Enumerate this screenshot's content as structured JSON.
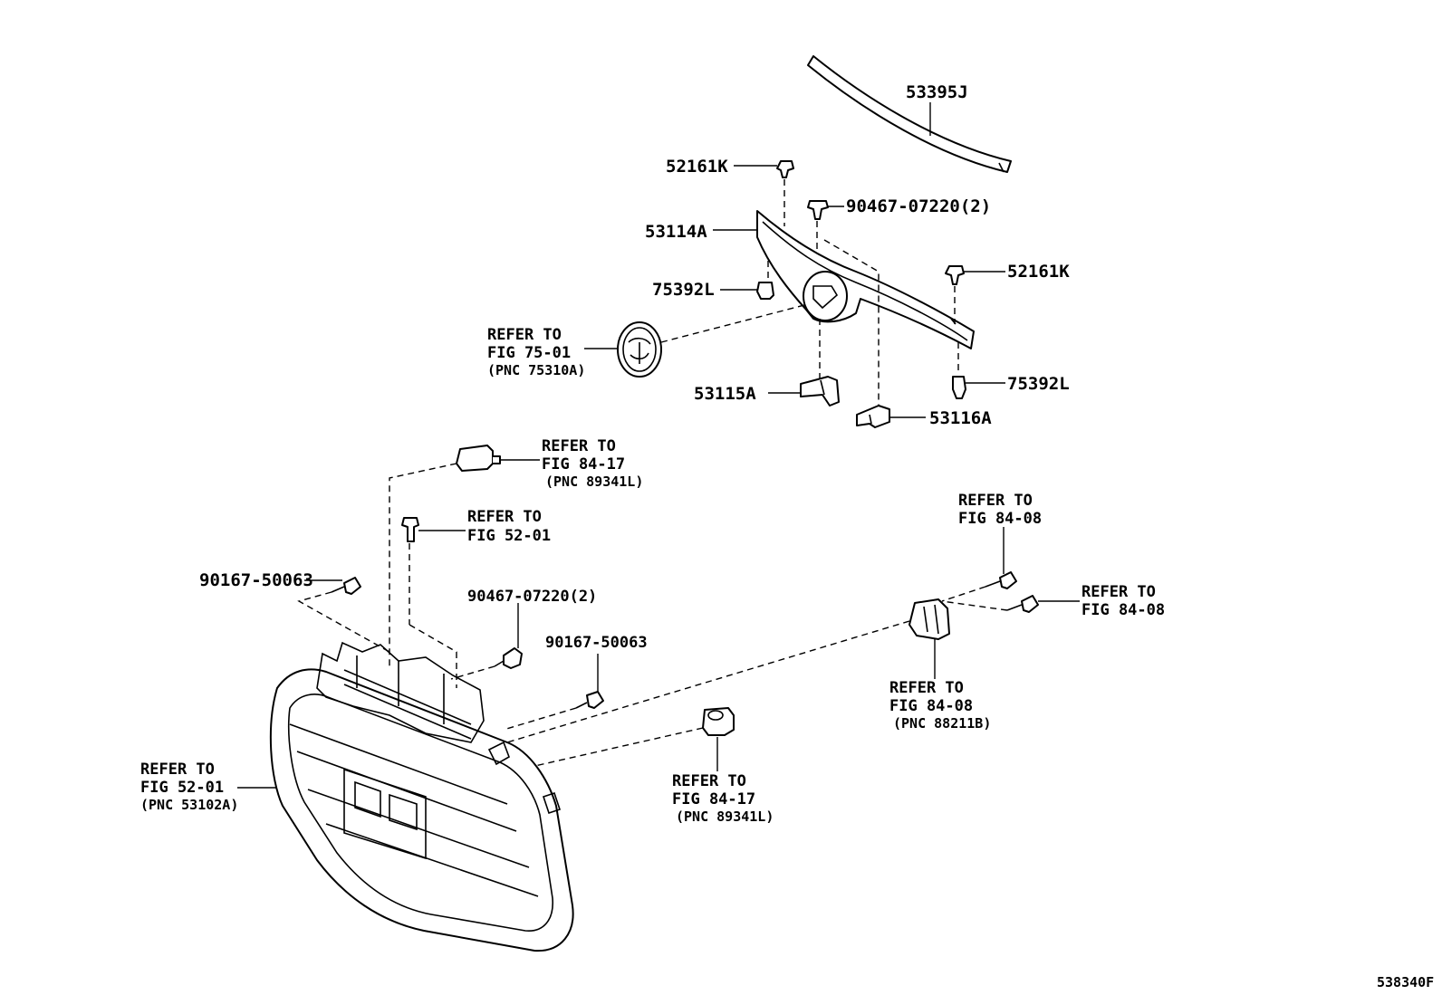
{
  "labels": {
    "p_53395J": "53395J",
    "p_52161K_top": "52161K",
    "p_90467_top": "90467-07220(2)",
    "p_53114A": "53114A",
    "p_52161K_right": "52161K",
    "p_75392L_left": "75392L",
    "p_75392L_right": "75392L",
    "p_53115A": "53115A",
    "p_53116A": "53116A",
    "p_90167_left": "90167-50063",
    "p_90467_mid": "90467-07220(2)",
    "p_90167_mid": "90167-50063",
    "diagram_id": "538340F"
  },
  "refs": {
    "emblem": {
      "l1": "REFER TO",
      "l2": "FIG 75-01",
      "l3": "(PNC 75310A)"
    },
    "sensor_top": {
      "l1": "REFER TO",
      "l2": "FIG 84-17",
      "l3": "(PNC 89341L)"
    },
    "bolt_52": {
      "l1": "REFER TO",
      "l2": "FIG 52-01"
    },
    "horn_top": {
      "l1": "REFER TO",
      "l2": "FIG 84-08"
    },
    "horn_right": {
      "l1": "REFER TO",
      "l2": "FIG 84-08"
    },
    "horn": {
      "l1": "REFER TO",
      "l2": "FIG 84-08",
      "l3": "(PNC 88211B)"
    },
    "bumper": {
      "l1": "REFER TO",
      "l2": "FIG 52-01",
      "l3": "(PNC 53102A)"
    },
    "sensor_bottom": {
      "l1": "REFER TO",
      "l2": "FIG 84-17",
      "l3": "(PNC 89341L)"
    }
  }
}
